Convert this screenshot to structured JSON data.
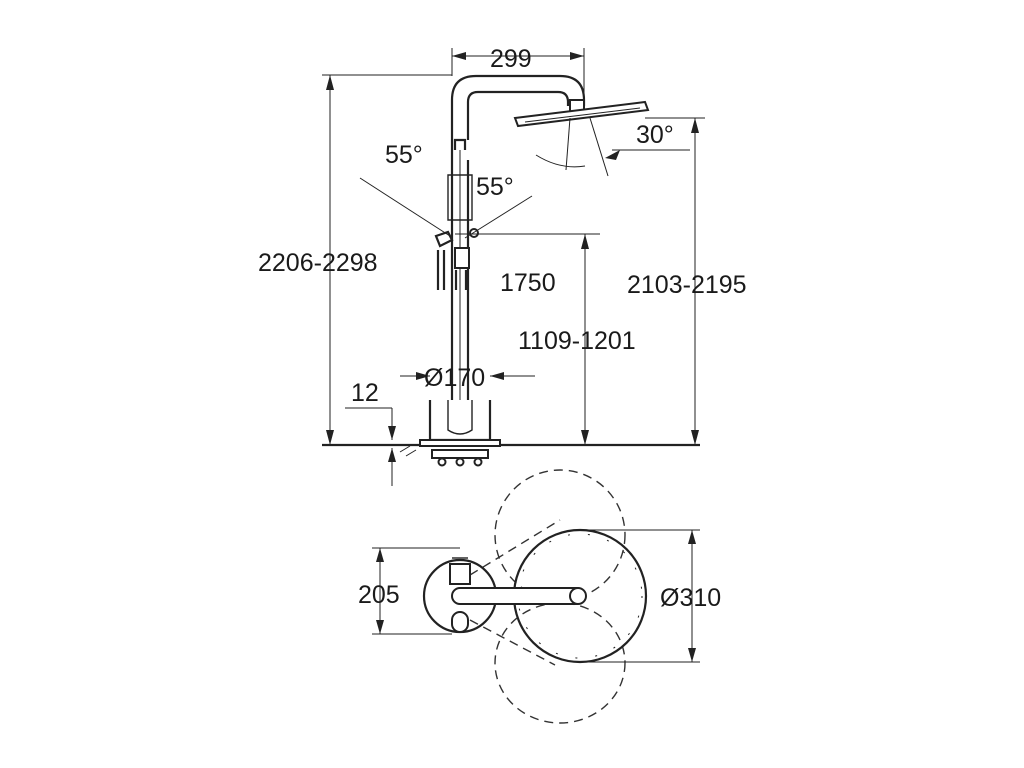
{
  "dimensions": {
    "width_299": "299",
    "angle_55_left": "55°",
    "angle_55_right": "55°",
    "angle_30": "30°",
    "height_total": "2206-2298",
    "height_1750": "1750",
    "height_head": "2103-2195",
    "height_1109": "1109-1201",
    "diameter_170": "Ø170",
    "base_12": "12",
    "plan_205": "205",
    "diameter_310": "Ø310"
  }
}
